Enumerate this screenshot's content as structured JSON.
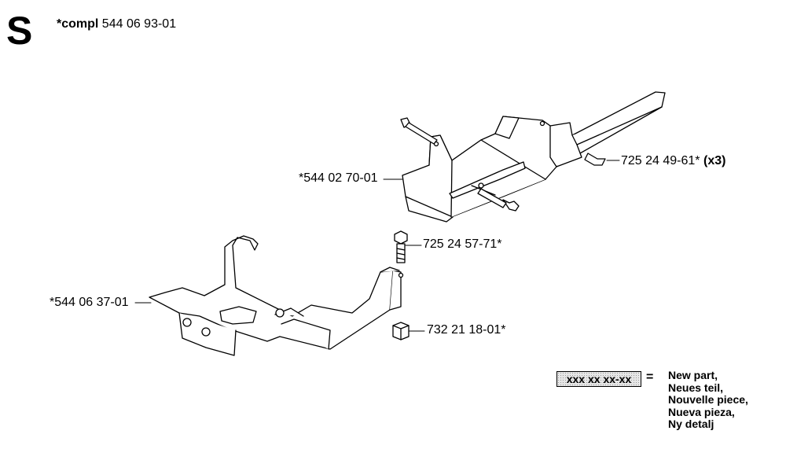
{
  "section": "S",
  "compl": {
    "prefix": "*compl",
    "number": "544 06 93-01"
  },
  "callouts": [
    {
      "number": "*544 02 70-01",
      "suffix": ""
    },
    {
      "number": "725 24 49-61*",
      "suffix": "(x3)"
    },
    {
      "number": "725 24 57-71*",
      "suffix": ""
    },
    {
      "number": "*544 06 37-01",
      "suffix": ""
    },
    {
      "number": "732 21 18-01*",
      "suffix": ""
    }
  ],
  "legend": {
    "box": "xxx xx xx-xx",
    "equals": "=",
    "lines": [
      "New part,",
      "Neues teil,",
      "Nouvelle piece,",
      "Nueva pieza,",
      "Ny detalj"
    ]
  }
}
